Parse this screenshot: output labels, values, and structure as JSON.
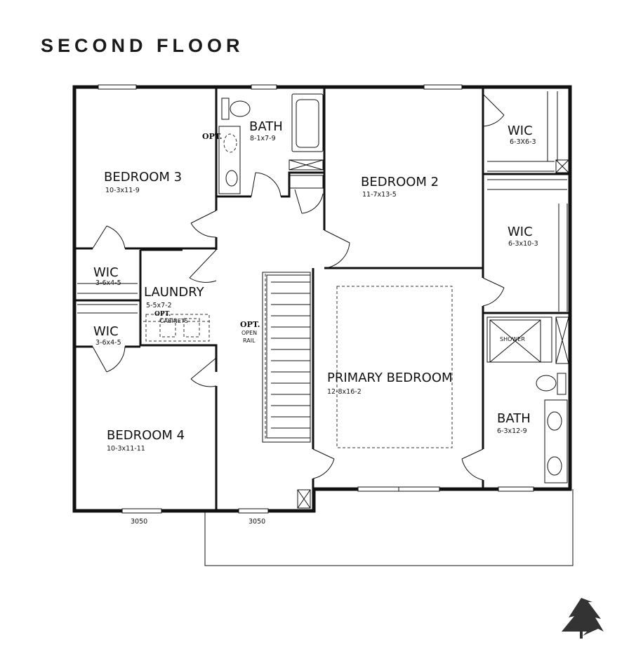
{
  "title": "SECOND FLOOR",
  "rooms": {
    "bedroom3": {
      "name": "BEDROOM 3",
      "dim": "10-3x11-9"
    },
    "bath_upper": {
      "name": "BATH",
      "dim": "8-1x7-9"
    },
    "bedroom2": {
      "name": "BEDROOM 2",
      "dim": "11-7x13-5"
    },
    "wic_a": {
      "name": "WIC",
      "dim": "6-3X6-3"
    },
    "wic_b": {
      "name": "WIC",
      "dim": "6-3x10-3"
    },
    "wic_c": {
      "name": "WIC",
      "dim": "3-6x4-5"
    },
    "wic_d": {
      "name": "WIC",
      "dim": "3-6x4-5"
    },
    "laundry": {
      "name": "LAUNDRY",
      "dim": "5-5x7-2"
    },
    "primary": {
      "name": "PRIMARY BEDROOM",
      "dim": "12-8x16-2"
    },
    "bath_primary": {
      "name": "BATH",
      "dim": "6-3x12-9"
    },
    "bedroom4": {
      "name": "BEDROOM 4",
      "dim": "10-3x11-11"
    }
  },
  "notes": {
    "opt_bath": "OPT.",
    "opt_laundry": "OPT.",
    "cabinets": "CABINETS",
    "opt_rail": "OPT.",
    "open": "OPEN",
    "rail": "RAIL",
    "shower": "SHOWER"
  },
  "windows": {
    "w1": "3050",
    "w2": "3050"
  }
}
